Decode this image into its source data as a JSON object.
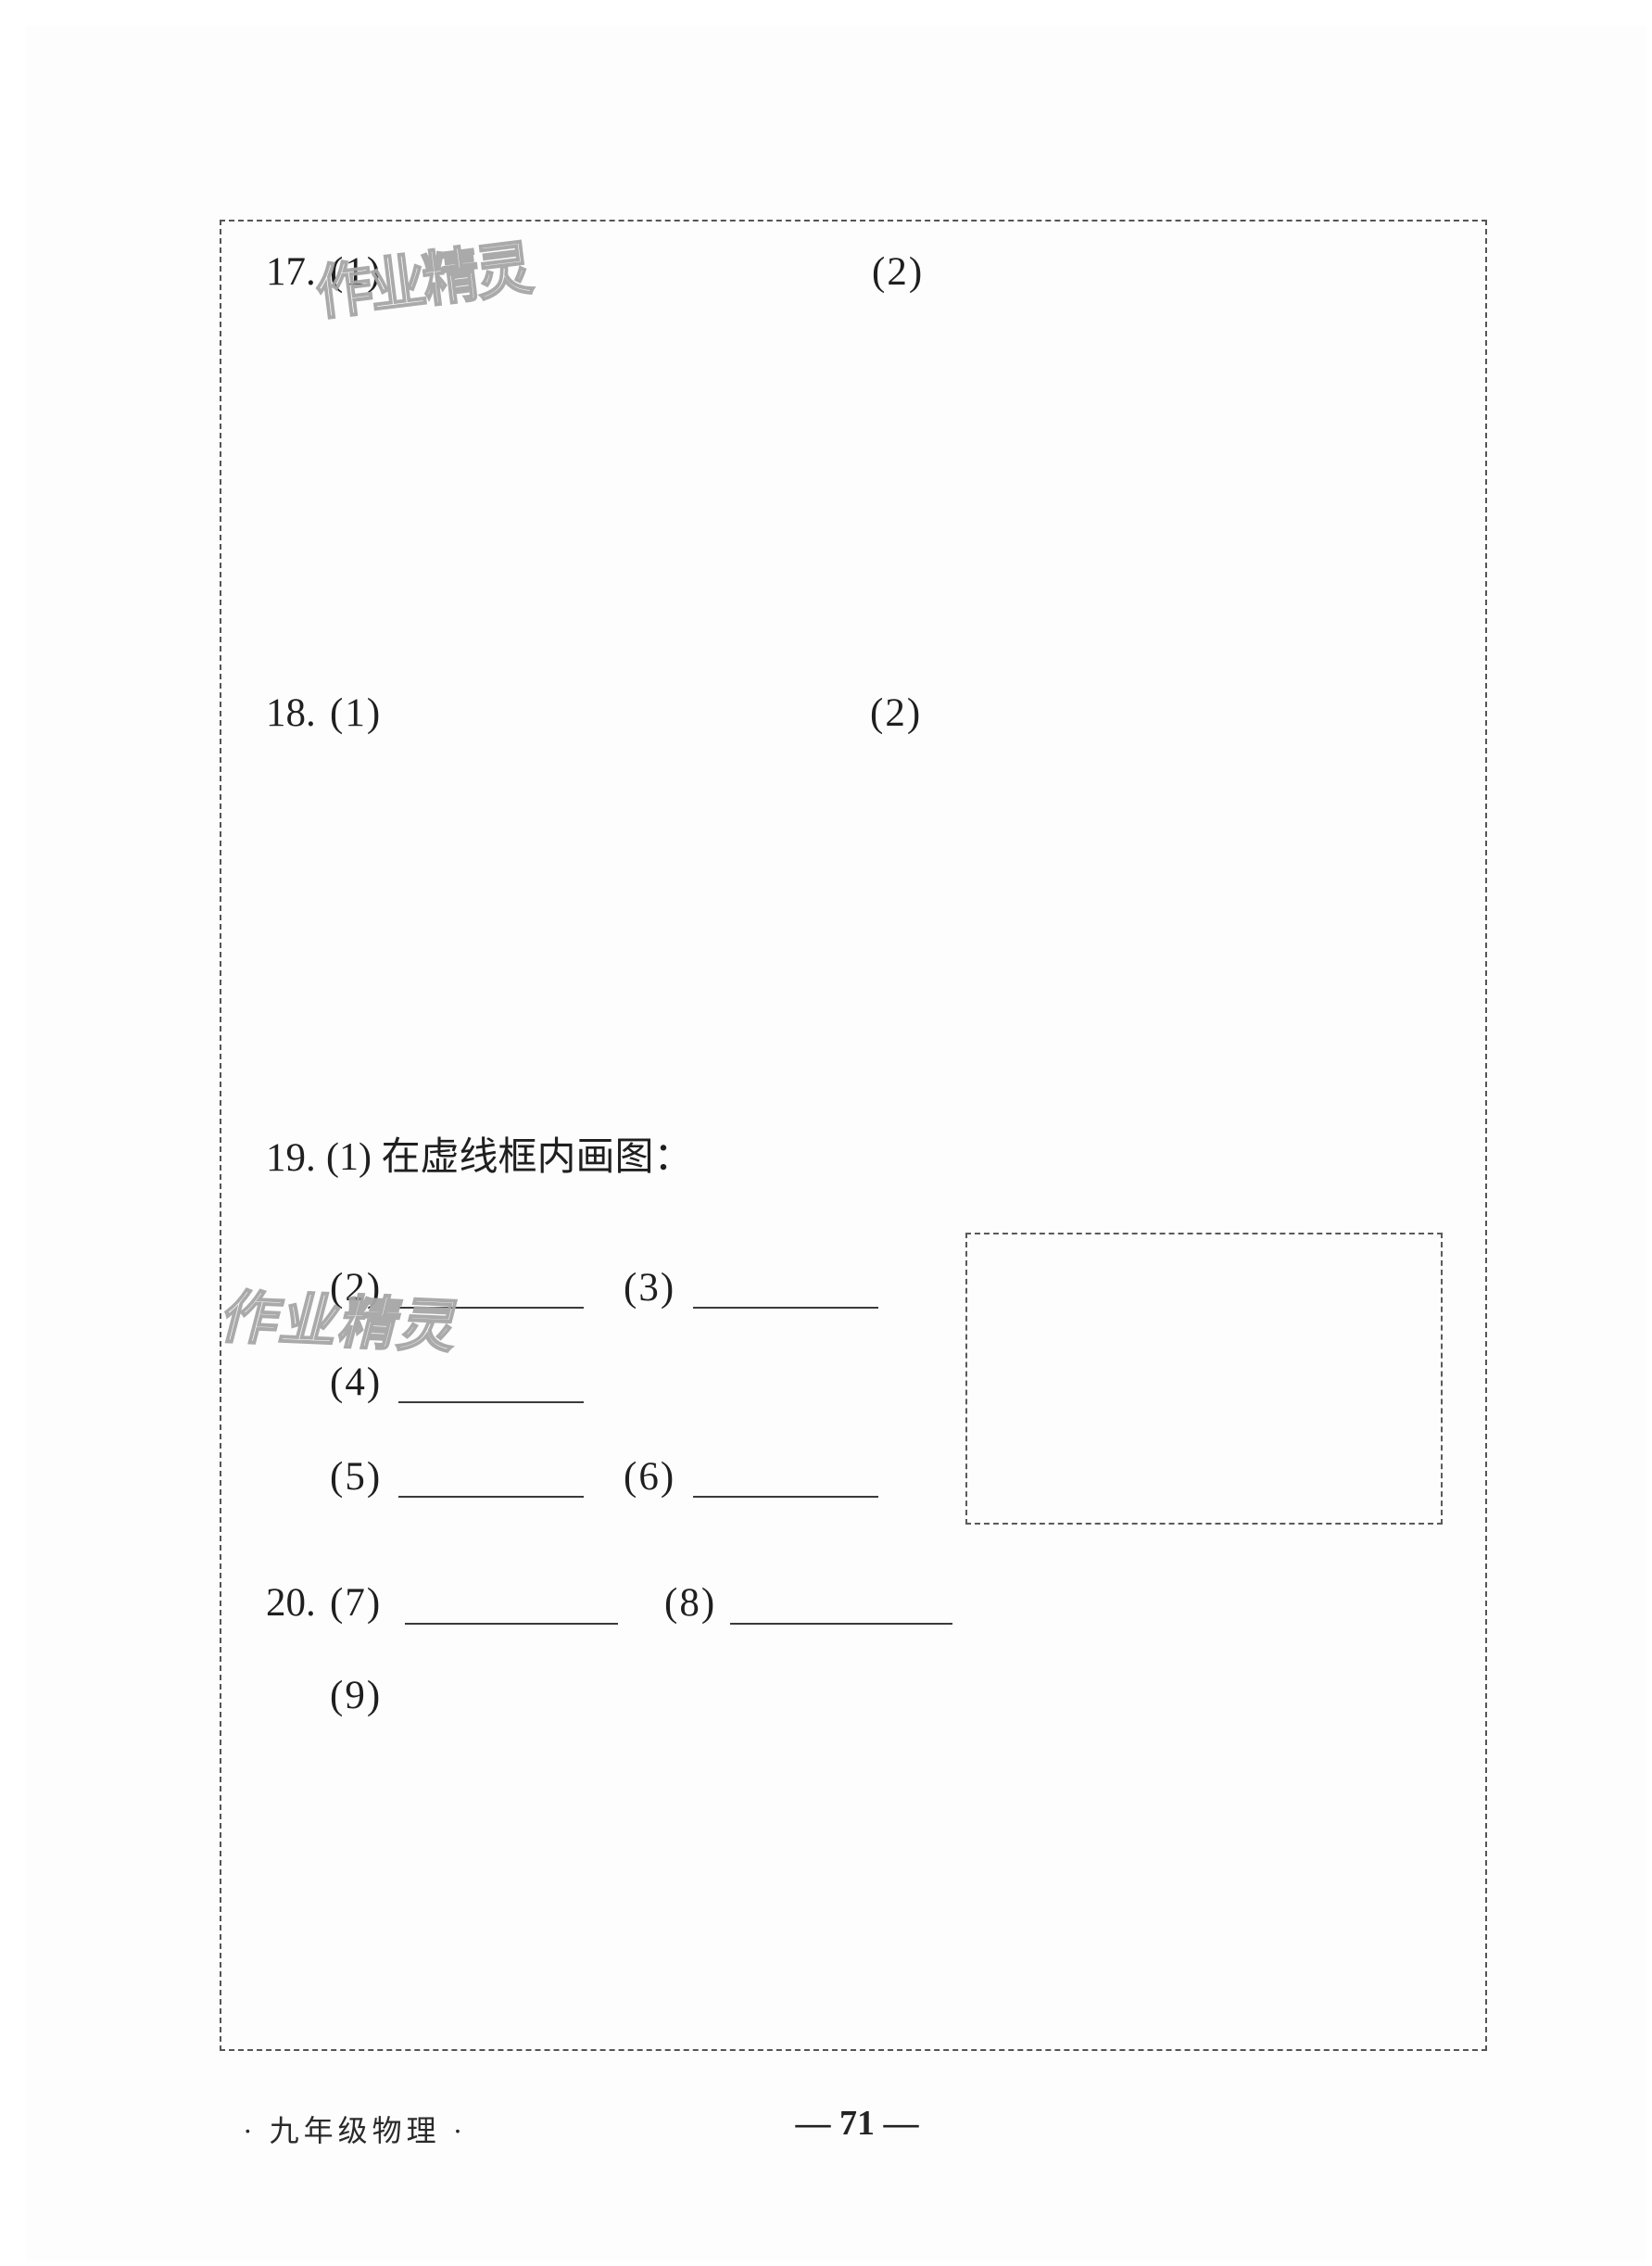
{
  "colors": {
    "ink": "#1f1f1f",
    "blank_line": "#3b3b3b",
    "dashed_border": "#555555",
    "watermark_stroke": "#a6a6a6"
  },
  "watermarks": {
    "top": "作业精灵",
    "middle": "作业精灵"
  },
  "q17": {
    "number": "17.",
    "p1": "(1)",
    "p2": "(2)"
  },
  "q18": {
    "number": "18.",
    "p1": "(1)",
    "p2": "(2)"
  },
  "q19": {
    "number": "19.",
    "intro": "(1) 在虚线框内画图：",
    "b2": "(2)",
    "b3": "(3)",
    "b4": "(4)",
    "b5": "(5)",
    "b6": "(6)"
  },
  "q20": {
    "number": "20.",
    "b7": "(7)",
    "b8": "(8)",
    "b9": "(9)"
  },
  "footer": {
    "book": "· 九年级物理 ·",
    "page": "— 71 —"
  }
}
